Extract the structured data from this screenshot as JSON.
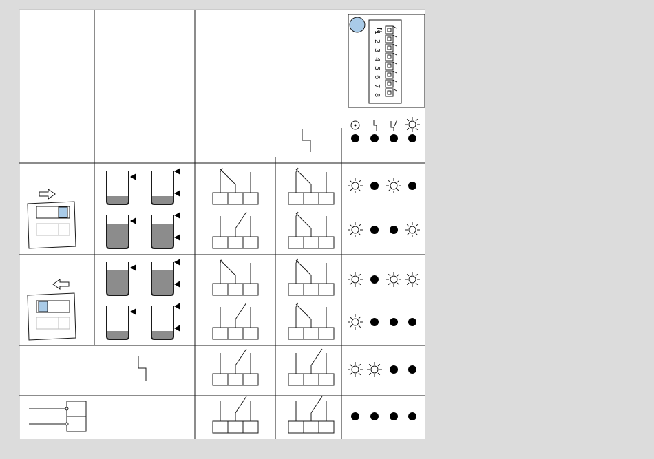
{
  "colors": {
    "page_bg": "#dcdcdc",
    "panel_bg": "#ffffff",
    "line": "#1a1a1a",
    "liquid": "#8c8c8c",
    "switch_blue": "#a9cbe8",
    "badge_blue": "#a9cbe8",
    "led_off": "#000000"
  },
  "connector": {
    "label": "N",
    "pins": [
      "1",
      "2",
      "3",
      "4",
      "5",
      "6",
      "7",
      "8"
    ]
  },
  "icons": {
    "status_header": [
      "power-on-icon",
      "fault-icon",
      "relay-icon",
      "led-on-icon"
    ]
  },
  "table": {
    "led_legend": [
      "off",
      "off",
      "off",
      "off"
    ],
    "rows": [
      {
        "group": "switch-right",
        "levels": [
          0.25,
          0.25
        ],
        "relay1": "break",
        "relay2": "break",
        "leds": [
          "on",
          "off",
          "on",
          "off"
        ]
      },
      {
        "group": "switch-right",
        "levels": [
          0.75,
          0.75
        ],
        "relay1": "make",
        "relay2": "break",
        "leds": [
          "on",
          "off",
          "off",
          "on"
        ]
      },
      {
        "group": "switch-left",
        "levels": [
          0.75,
          0.75
        ],
        "relay1": "break",
        "relay2": "break",
        "leds": [
          "on",
          "off",
          "on",
          "on"
        ]
      },
      {
        "group": "switch-left",
        "levels": [
          0.25,
          0.25
        ],
        "relay1": "make",
        "relay2": "break",
        "leds": [
          "on",
          "off",
          "off",
          "off"
        ]
      },
      {
        "group": "fault",
        "relay1": "make",
        "relay2": "make",
        "leds": [
          "on",
          "on",
          "off",
          "off"
        ]
      },
      {
        "group": "no-power",
        "relay1": "make",
        "relay2": "make",
        "leds": [
          "off",
          "off",
          "off",
          "off"
        ]
      }
    ]
  }
}
